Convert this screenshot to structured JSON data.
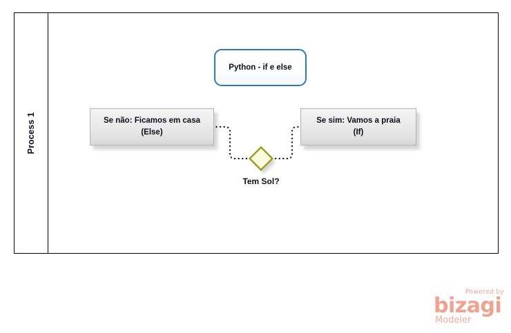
{
  "diagram": {
    "type": "bpmn-process-diagram",
    "background_color": "#ffffff",
    "pool": {
      "lane_label": "Process 1",
      "border_color": "#000000"
    },
    "annotation": {
      "label": "Python - if e else",
      "border_color": "#2d79b5",
      "fill_color": "#ffffff"
    },
    "tasks": [
      {
        "id": "task-else",
        "label": "Se não: Ficamos em casa (Else)",
        "line1": "Se não: Ficamos em casa",
        "line2": "(Else)",
        "fill_color": "#ebebeb",
        "border_color": "#b3b3b3"
      },
      {
        "id": "task-if",
        "label": "Se sim:  Vamos a praia (If)",
        "line1": "Se sim:  Vamos a praia",
        "line2": "(If)",
        "fill_color": "#ebebeb",
        "border_color": "#b3b3b3"
      }
    ],
    "gateway": {
      "label": "Tem Sol?",
      "shape": "diamond",
      "fill_color": "#fafadc",
      "border_color": "#9a9a22"
    },
    "flows": [
      {
        "id": "flow-gateway-to-else",
        "style": "dotted",
        "color": "#1a1a1a"
      },
      {
        "id": "flow-gateway-to-if",
        "style": "dotted",
        "color": "#1a1a1a"
      }
    ]
  },
  "watermark": {
    "powered_by": "Powered by",
    "brand": "bizagi",
    "product": "Modeler",
    "color": "#f2a18f"
  }
}
